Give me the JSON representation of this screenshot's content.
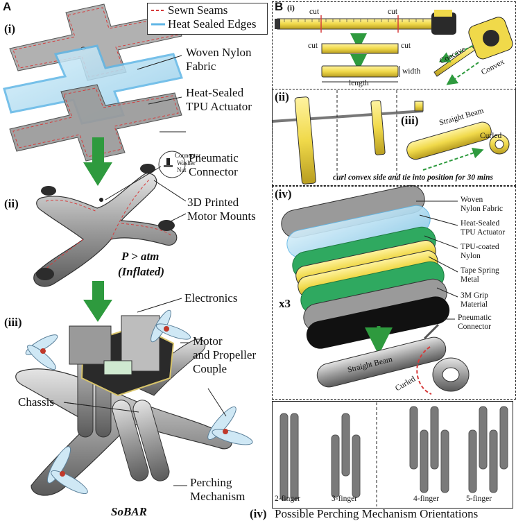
{
  "panel_a": {
    "letter": "A",
    "legend": {
      "sewn_seams": "Sewn Seams",
      "heat_sealed_edges": "Heat Sealed Edges",
      "sewn_color": "#d63b3b",
      "heat_color": "#5fb6e6"
    },
    "step_i": "(i)",
    "step_ii": "(ii)",
    "step_iii": "(iii)",
    "woven_nylon_line1": "Woven Nylon",
    "woven_nylon_line2": "Fabric",
    "tpu_line1": "Heat-Sealed",
    "tpu_line2": "TPU Actuator",
    "pneumatic_line1": "Pneumatic",
    "pneumatic_line2": "Connector",
    "connector_tag": "Connector",
    "washer_tag": "Washer",
    "nut_tag": "Nut",
    "motor_mounts_line1": "3D Printed",
    "motor_mounts_line2": "Motor Mounts",
    "pressure_line1": "P > atm",
    "pressure_line2": "(Inflated)",
    "electronics": "Electronics",
    "motor_line1": "Motor",
    "motor_line2": "and Propeller",
    "motor_line3": "Couple",
    "chassis": "Chassis",
    "perching_line1": "Perching",
    "perching_line2": "Mechanism",
    "sobar": "SoBAR",
    "arrow_color": "#2e9a3e"
  },
  "panel_b": {
    "letter": "B",
    "step_i": "(i)",
    "cut": "cut",
    "width": "width",
    "length": "length",
    "concave": "Concave",
    "convex": "Convex",
    "step_ii": "(ii)",
    "step_iii": "(iii)",
    "straight_beam": "Straight Beam",
    "curled": "Curled",
    "curl_instruction": "curl convex side and tie into position for 30 mins",
    "step_iv": "(iv)",
    "layers": [
      {
        "line1": "Woven",
        "line2": "Nylon Fabric"
      },
      {
        "line1": "Heat-Sealed",
        "line2": "TPU Actuator"
      },
      {
        "line1": "TPU-coated",
        "line2": "Nylon"
      },
      {
        "line1": "Tape Spring",
        "line2": "Metal"
      },
      {
        "line1": "3M Grip",
        "line2": "Material"
      },
      {
        "line1": "Pneumatic",
        "line2": "Connector"
      }
    ],
    "multiplier": "x3",
    "beam_label": "Straight Beam",
    "curled_label": "Curled",
    "orientations": {
      "fingers": [
        "2-finger",
        "3-finger",
        "4-finger",
        "5-finger"
      ],
      "caption_step": "(iv)",
      "caption_text": "Possible Perching Mechanism Orientations"
    },
    "tape_color": "#f2e15a",
    "tpu_color": "#8fd2f0",
    "nylon_green": "#2fa960"
  }
}
